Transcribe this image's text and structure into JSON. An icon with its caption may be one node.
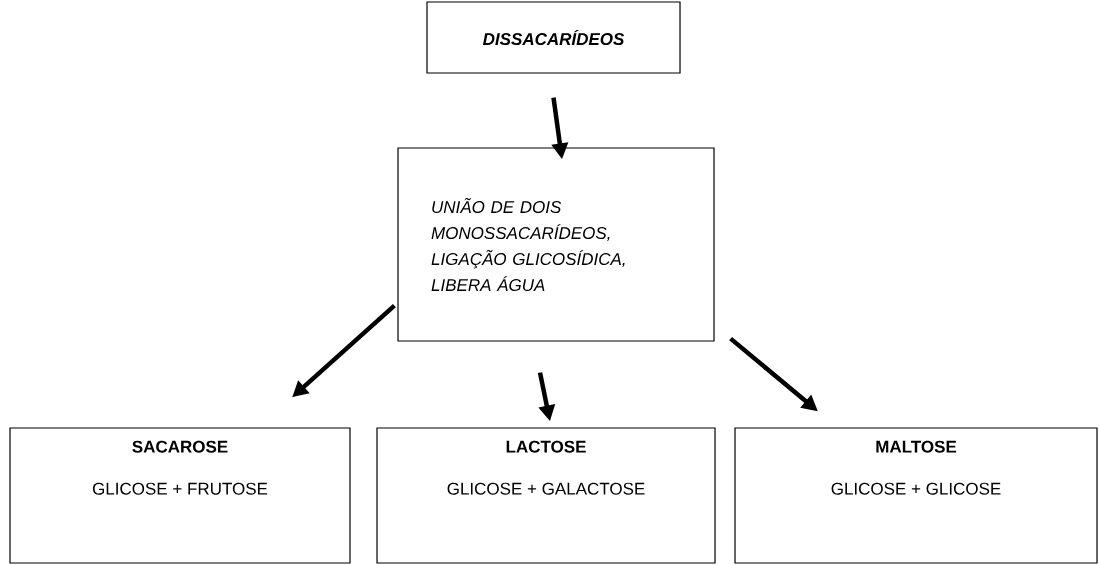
{
  "diagram": {
    "nodes": [
      {
        "text": [
          "DISSACARÍDEOS"
        ]
      },
      {
        "text": [
          "UNIÃO DE DOIS MONOSSACARÍDEOS, LIGAÇÃO GLICOSÍDICA, LIBERA ÁGUA"
        ]
      },
      {
        "text": [
          "SACAROSE",
          "GLICOSE + FRUTOSE"
        ]
      },
      {
        "text": [
          "LACTOSE",
          "GLICOSE + GALACTOSE"
        ]
      },
      {
        "text": [
          "MALTOSE",
          "GLICOSE + GLICOSE"
        ]
      }
    ],
    "edges": [
      {
        "from": 0,
        "to": 1,
        "arrow": "to"
      },
      {
        "from": 1,
        "to": 2,
        "arrow": "to"
      },
      {
        "from": 1,
        "to": 3,
        "arrow": "to"
      },
      {
        "from": 1,
        "to": 4,
        "arrow": "to"
      }
    ]
  }
}
